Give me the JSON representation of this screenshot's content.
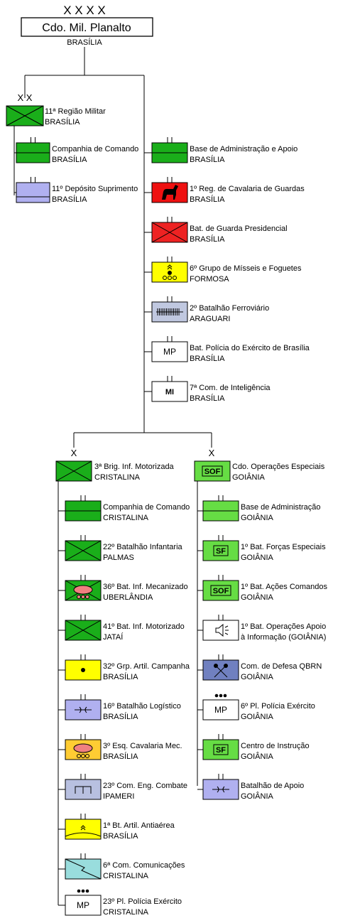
{
  "root": {
    "echelon": "X X X X",
    "name": "Cdo. Mil. Planalto",
    "location": "BRASÍLIA"
  },
  "region": {
    "echelon": "X X",
    "name": "11ª Região Militar",
    "location": "BRASÍLIA",
    "color": "#1aae1a",
    "units": [
      {
        "name": "Companhia de Comando",
        "location": "BRASÍLIA",
        "color": "#1aae1a",
        "icon": "headquarters-company-icon"
      },
      {
        "name": "11º Depósito Suprimento",
        "location": "BRASÍLIA",
        "color": "#b0b0f0",
        "icon": "supply-depot-icon"
      }
    ]
  },
  "direct_units": [
    {
      "name": "Base de Administração e Apoio",
      "location": "BRASÍLIA",
      "color": "#1aae1a",
      "icon": "admin-base-icon"
    },
    {
      "name": "1º Reg. de Cavalaria de Guardas",
      "location": "BRASÍLIA",
      "color": "#ee1111",
      "icon": "horse-icon"
    },
    {
      "name": "Bat. de Guarda Presidencial",
      "location": "BRASÍLIA",
      "color": "#ee2222",
      "icon": "infantry-cross-icon"
    },
    {
      "name": "6º Grupo de Mísseis e Foguetes",
      "location": "FORMOSA",
      "color": "#ffff00",
      "icon": "missile-artillery-icon"
    },
    {
      "name": "2º Batalhão Ferroviário",
      "location": "ARAGUARI",
      "color": "#c0c8e0",
      "icon": "railway-icon"
    },
    {
      "name": "Bat. Polícia do Exército de Brasília",
      "location": "BRASÍLIA",
      "color": "#ffffff",
      "icon": "military-police-icon",
      "label": "MP"
    },
    {
      "name": "7ª Com. de Inteligência",
      "location": "BRASÍLIA",
      "color": "#ffffff",
      "icon": "military-intelligence-icon",
      "label": "MI"
    }
  ],
  "brigade": {
    "echelon": "X",
    "name": "3ª Brig. Inf. Motorizada",
    "location": "CRISTALINA",
    "color": "#1aae1a",
    "units": [
      {
        "name": "Companhia de Comando",
        "location": "CRISTALINA",
        "color": "#1aae1a",
        "icon": "headquarters-company-icon"
      },
      {
        "name": "22º Batalhão Infantaria",
        "location": "PALMAS",
        "color": "#1aae1a",
        "icon": "infantry-cross-icon"
      },
      {
        "name": "36º Bat. Inf. Mecanizado",
        "location": "UBERLÂNDIA",
        "color": "#1aae1a",
        "icon": "mechanized-infantry-icon"
      },
      {
        "name": "41º Bat. Inf. Motorizado",
        "location": "JATAÍ",
        "color": "#1aae1a",
        "icon": "infantry-cross-icon"
      },
      {
        "name": "32º Grp. Artil. Campanha",
        "location": "BRASÍLIA",
        "color": "#ffff00",
        "icon": "field-artillery-icon"
      },
      {
        "name": "16º Batalhão Logístico",
        "location": "BRASÍLIA",
        "color": "#b0b0f0",
        "icon": "logistics-icon"
      },
      {
        "name": "3º Esq. Cavalaria Mec.",
        "location": "BRASÍLIA",
        "color": "#ffcc33",
        "icon": "mechanized-cavalry-icon"
      },
      {
        "name": "23º Com. Eng. Combate",
        "location": "IPAMERI",
        "color": "#b8c0e0",
        "icon": "engineer-icon"
      },
      {
        "name": "1ª Bt. Artil. Antiaérea",
        "location": "BRASÍLIA",
        "color": "#ffff00",
        "icon": "air-defense-icon"
      },
      {
        "name": "6ª Com. Comunicações",
        "location": "CRISTALINA",
        "color": "#99dddd",
        "icon": "signal-icon"
      },
      {
        "name": "23º Pl. Polícia Exército",
        "location": "CRISTALINA",
        "color": "#ffffff",
        "icon": "military-police-icon",
        "label": "MP"
      }
    ]
  },
  "special_ops": {
    "echelon": "X",
    "name": "Cdo. Operações Especiais",
    "location": "GOIÂNIA",
    "color": "#66dd44",
    "label": "SOF",
    "units": [
      {
        "name": "Base de Administração",
        "location": "GOIÂNIA",
        "color": "#66dd44",
        "icon": "admin-base-icon"
      },
      {
        "name": "1º Bat. Forças Especiais",
        "location": "GOIÂNIA",
        "color": "#66dd44",
        "icon": "special-forces-icon",
        "label": "SF"
      },
      {
        "name": "1º Bat. Ações Comandos",
        "location": "GOIÂNIA",
        "color": "#66dd44",
        "icon": "special-operations-icon",
        "label": "SOF"
      },
      {
        "name": "1º Bat. Operações Apoio",
        "location": "à Informação (GOIÂNIA)",
        "color": "#ffffff",
        "icon": "psyops-loudspeaker-icon"
      },
      {
        "name": "Com. de Defesa QBRN",
        "location": "GOIÂNIA",
        "color": "#7080c0",
        "icon": "cbrn-icon"
      },
      {
        "name": "6º Pl. Polícia Exército",
        "location": "GOIÂNIA",
        "color": "#ffffff",
        "icon": "military-police-icon",
        "label": "MP"
      },
      {
        "name": "Centro de Instrução",
        "location": "GOIÂNIA",
        "color": "#66dd44",
        "icon": "special-forces-icon",
        "label": "SF"
      },
      {
        "name": "Batalhão de Apoio",
        "location": "GOIÂNIA",
        "color": "#b0b0f0",
        "icon": "logistics-icon"
      }
    ]
  }
}
